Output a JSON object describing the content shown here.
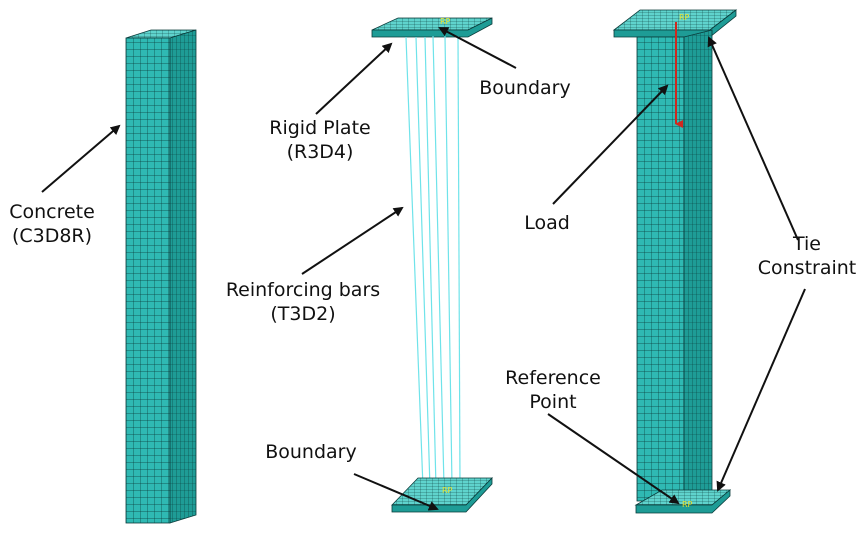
{
  "colors": {
    "mesh_face": "#2fb9b3",
    "mesh_side": "#1e9c96",
    "mesh_top": "#5fd3cd",
    "mesh_line": "#0a3b3a",
    "rebar": "#6fe3ea",
    "load_arrow": "#d0281e",
    "rp_marker": "#e8e230",
    "annotation": "#111111",
    "background": "#ffffff"
  },
  "labels": {
    "concrete": {
      "line1": "Concrete",
      "line2": "(C3D8R)"
    },
    "rigid_plate": {
      "line1": "Rigid Plate",
      "line2": "(R3D4)"
    },
    "boundary_top": "Boundary",
    "reinforcing_bars": {
      "line1": "Reinforcing bars",
      "line2": "(T3D2)"
    },
    "boundary_bottom": "Boundary",
    "load": "Load",
    "tie_constraint": {
      "line1": "Tie",
      "line2": "Constraint"
    },
    "reference_point": {
      "line1": "Reference",
      "line2": "Point"
    }
  },
  "markers": {
    "rp_tag": "RP"
  }
}
